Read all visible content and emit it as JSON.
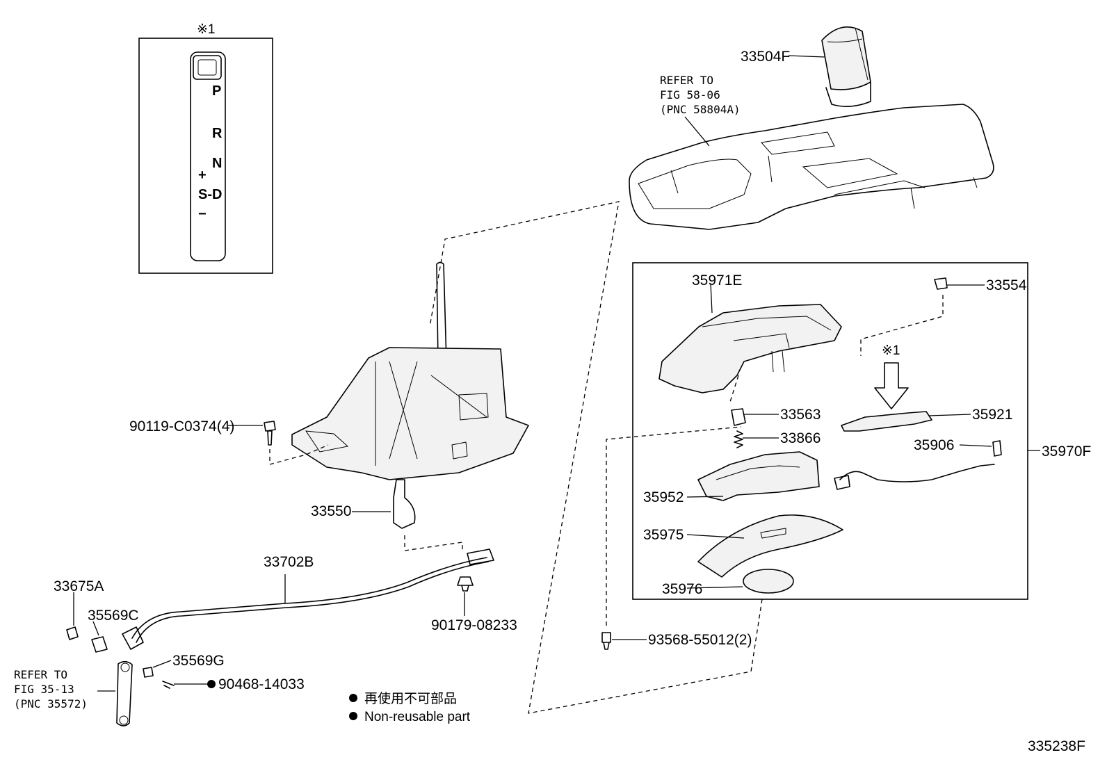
{
  "inset": {
    "marker": "※1",
    "gear_letters": [
      "P",
      "R",
      "N",
      "S-D"
    ],
    "plus": "+",
    "minus": "−"
  },
  "refer_1": {
    "line1": "REFER TO",
    "line2": "FIG 58-06",
    "line3": "(PNC 58804A)"
  },
  "refer_2": {
    "line1": "REFER TO",
    "line2": "FIG 35-13",
    "line3": "(PNC 35572)"
  },
  "parts": {
    "p33504F": "33504F",
    "p35971E": "35971E",
    "p33554": "33554",
    "marker_arrow": "※1",
    "p33563": "33563",
    "p35921": "35921",
    "p33866": "33866",
    "p35906": "35906",
    "p35970F": "35970F",
    "p35952": "35952",
    "p35975": "35975",
    "p35976": "35976",
    "p93568": "93568-55012(2)",
    "p90119": "90119-C0374(4)",
    "p33550": "33550",
    "p33702B": "33702B",
    "p90179": "90179-08233",
    "p33675A": "33675A",
    "p35569C": "35569C",
    "p35569G": "35569G",
    "p90468": "90468-14033"
  },
  "legend": {
    "jp": "再使用不可部品",
    "en": "Non-reusable part"
  },
  "figure_id": "335238F"
}
